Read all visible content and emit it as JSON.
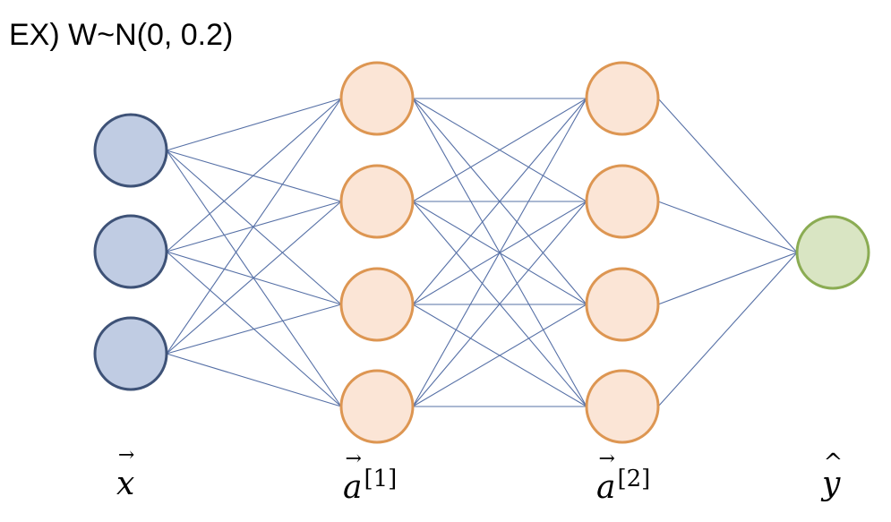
{
  "title": "EX) W~N(0, 0.2)",
  "layers": [
    {
      "name": "input",
      "count": 3,
      "fill": "#c0cce3",
      "stroke": "#3e5277"
    },
    {
      "name": "hidden-1",
      "count": 4,
      "fill": "#fbe5d6",
      "stroke": "#dd9652"
    },
    {
      "name": "hidden-2",
      "count": 4,
      "fill": "#fbe5d6",
      "stroke": "#dd9652"
    },
    {
      "name": "output",
      "count": 1,
      "fill": "#d9e5c3",
      "stroke": "#8bac53"
    }
  ],
  "edge_color": "#5670a6",
  "labels": {
    "input_var": "x",
    "hidden1_var": "a",
    "hidden1_sup": "[1]",
    "hidden2_var": "a",
    "hidden2_sup": "[2]",
    "output_var": "y"
  }
}
